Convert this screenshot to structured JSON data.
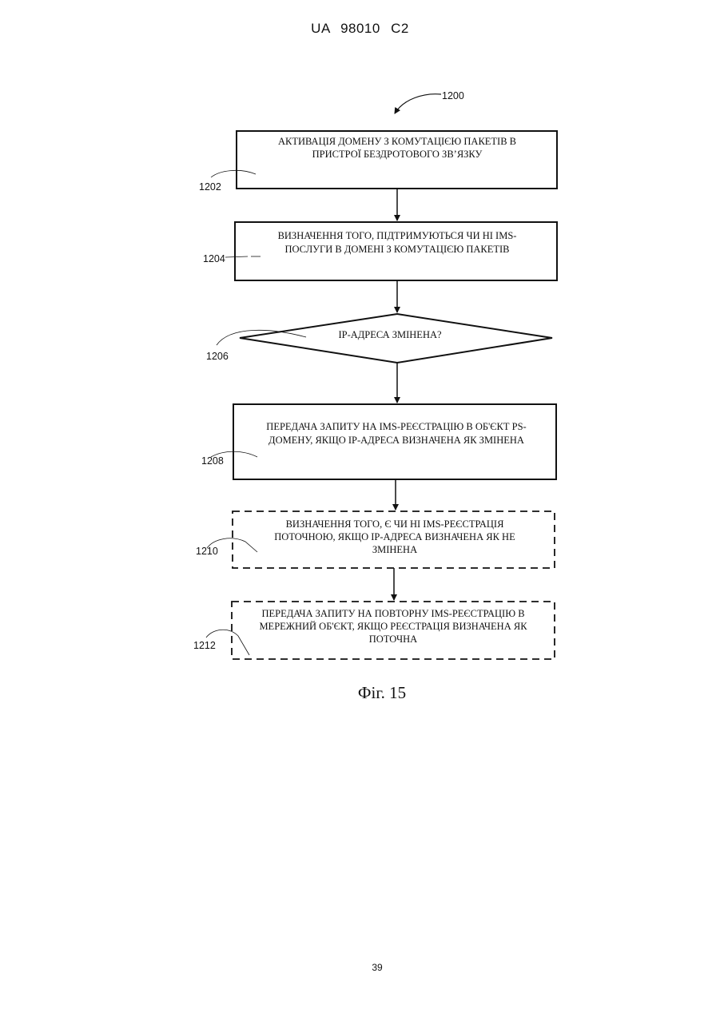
{
  "header": {
    "doc_id": "UA 98010 C2"
  },
  "flowchart": {
    "ref": "1200",
    "steps": [
      {
        "ref": "1202",
        "shape": "box",
        "lines": [
          "АКТИВАЦІЯ ДОМЕНУ З КОМУТАЦІЄЮ ПАКЕТІВ В",
          "ПРИСТРОЇ БЕЗДРОТОВОГО ЗВ’ЯЗКУ"
        ]
      },
      {
        "ref": "1204",
        "shape": "box",
        "lines": [
          "ВИЗНАЧЕННЯ ТОГО, ПІДТРИМУЮТЬСЯ ЧИ НІ IMS-",
          "ПОСЛУГИ В ДОМЕНІ З КОМУТАЦІЄЮ ПАКЕТІВ"
        ]
      },
      {
        "ref": "1206",
        "shape": "diamond",
        "lines": [
          "IP-АДРЕСА ЗМІНЕНА?"
        ]
      },
      {
        "ref": "1208",
        "shape": "box",
        "lines": [
          "ПЕРЕДАЧА ЗАПИТУ НА IMS-РЕЄСТРАЦІЮ В ОБ'ЄКТ PS-",
          "ДОМЕНУ, ЯКЩО IP-АДРЕСА ВИЗНАЧЕНА ЯК ЗМІНЕНА"
        ]
      },
      {
        "ref": "1210",
        "shape": "dashed-box",
        "lines": [
          "ВИЗНАЧЕННЯ ТОГО, Є ЧИ НІ IMS-РЕЄСТРАЦІЯ",
          "ПОТОЧНОЮ, ЯКЩО IP-АДРЕСА ВИЗНАЧЕНА ЯК НЕ",
          "ЗМІНЕНА"
        ]
      },
      {
        "ref": "1212",
        "shape": "dashed-box",
        "lines": [
          "ПЕРЕДАЧА ЗАПИТУ НА ПОВТОРНУ IMS-РЕЄСТРАЦІЮ В",
          "МЕРЕЖНИЙ ОБ'ЄКТ, ЯКЩО РЕЄСТРАЦІЯ ВИЗНАЧЕНА ЯК",
          "ПОТОЧНА"
        ]
      }
    ]
  },
  "caption": "Фіг. 15",
  "page_number": "39"
}
